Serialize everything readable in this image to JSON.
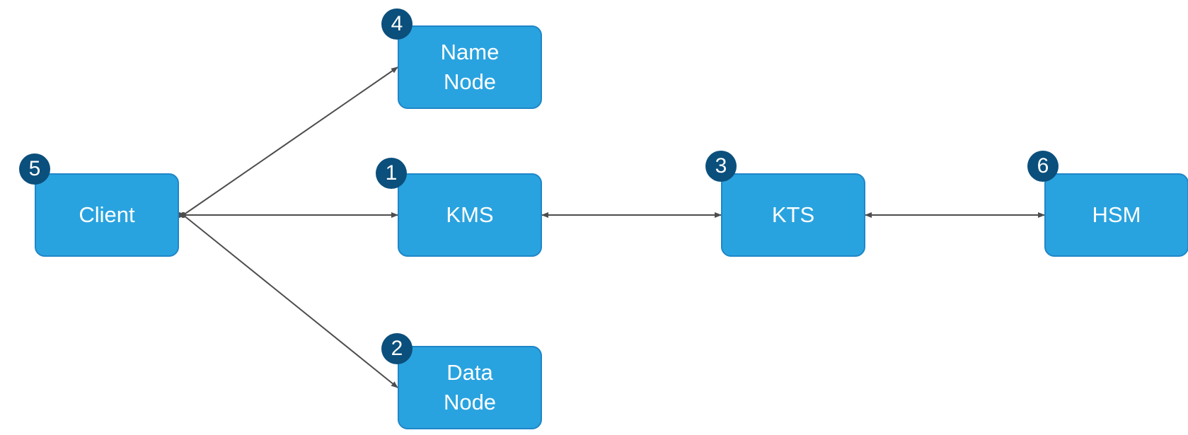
{
  "colors": {
    "node_fill": "#29a3df",
    "node_border": "#1f86c8",
    "badge_fill": "#0b4f7c",
    "connector": "#4d4d4d"
  },
  "nodes": {
    "client": {
      "label": "Client",
      "badge": "5"
    },
    "name_node": {
      "label": "Name\nNode",
      "badge": "4"
    },
    "kms": {
      "label": "KMS",
      "badge": "1"
    },
    "data_node": {
      "label": "Data\nNode",
      "badge": "2"
    },
    "kts": {
      "label": "KTS",
      "badge": "3"
    },
    "hsm": {
      "label": "HSM",
      "badge": "6"
    }
  },
  "connections": [
    {
      "from": "client",
      "to": "name_node",
      "direction": "forward"
    },
    {
      "from": "client",
      "to": "kms",
      "direction": "forward"
    },
    {
      "from": "client",
      "to": "data_node",
      "direction": "forward"
    },
    {
      "from": "kms",
      "to": "kts",
      "direction": "both"
    },
    {
      "from": "kts",
      "to": "hsm",
      "direction": "both"
    }
  ]
}
